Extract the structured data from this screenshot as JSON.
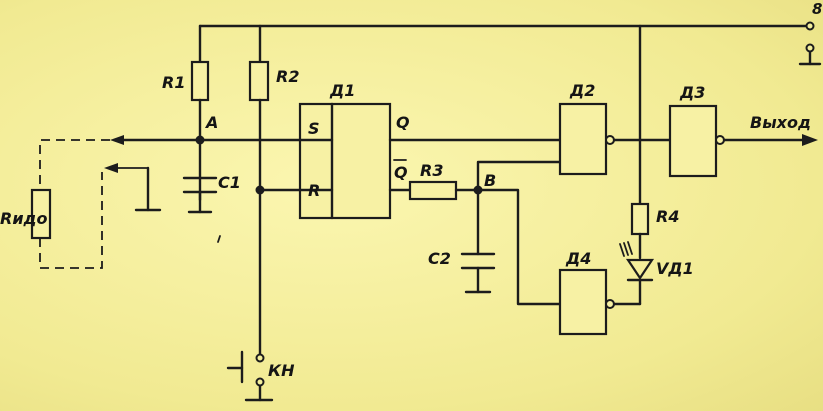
{
  "labels": {
    "r1": "R1",
    "r2": "R2",
    "r3": "R3",
    "r4": "R4",
    "c1": "C1",
    "c2": "C2",
    "d1": "Д1",
    "d2": "Д2",
    "d3": "Д3",
    "d4": "Д4",
    "node_a": "A",
    "node_b": "B",
    "pin_s": "S",
    "pin_r": "R",
    "pin_q": "Q",
    "pin_qbar": "Q",
    "rido": "Rидо",
    "vd1": "VД1",
    "kn": "КН",
    "output": "Выход",
    "supply": "8"
  },
  "colors": {
    "paper": "#f4ef9c",
    "ink": "#1c1c1c"
  }
}
